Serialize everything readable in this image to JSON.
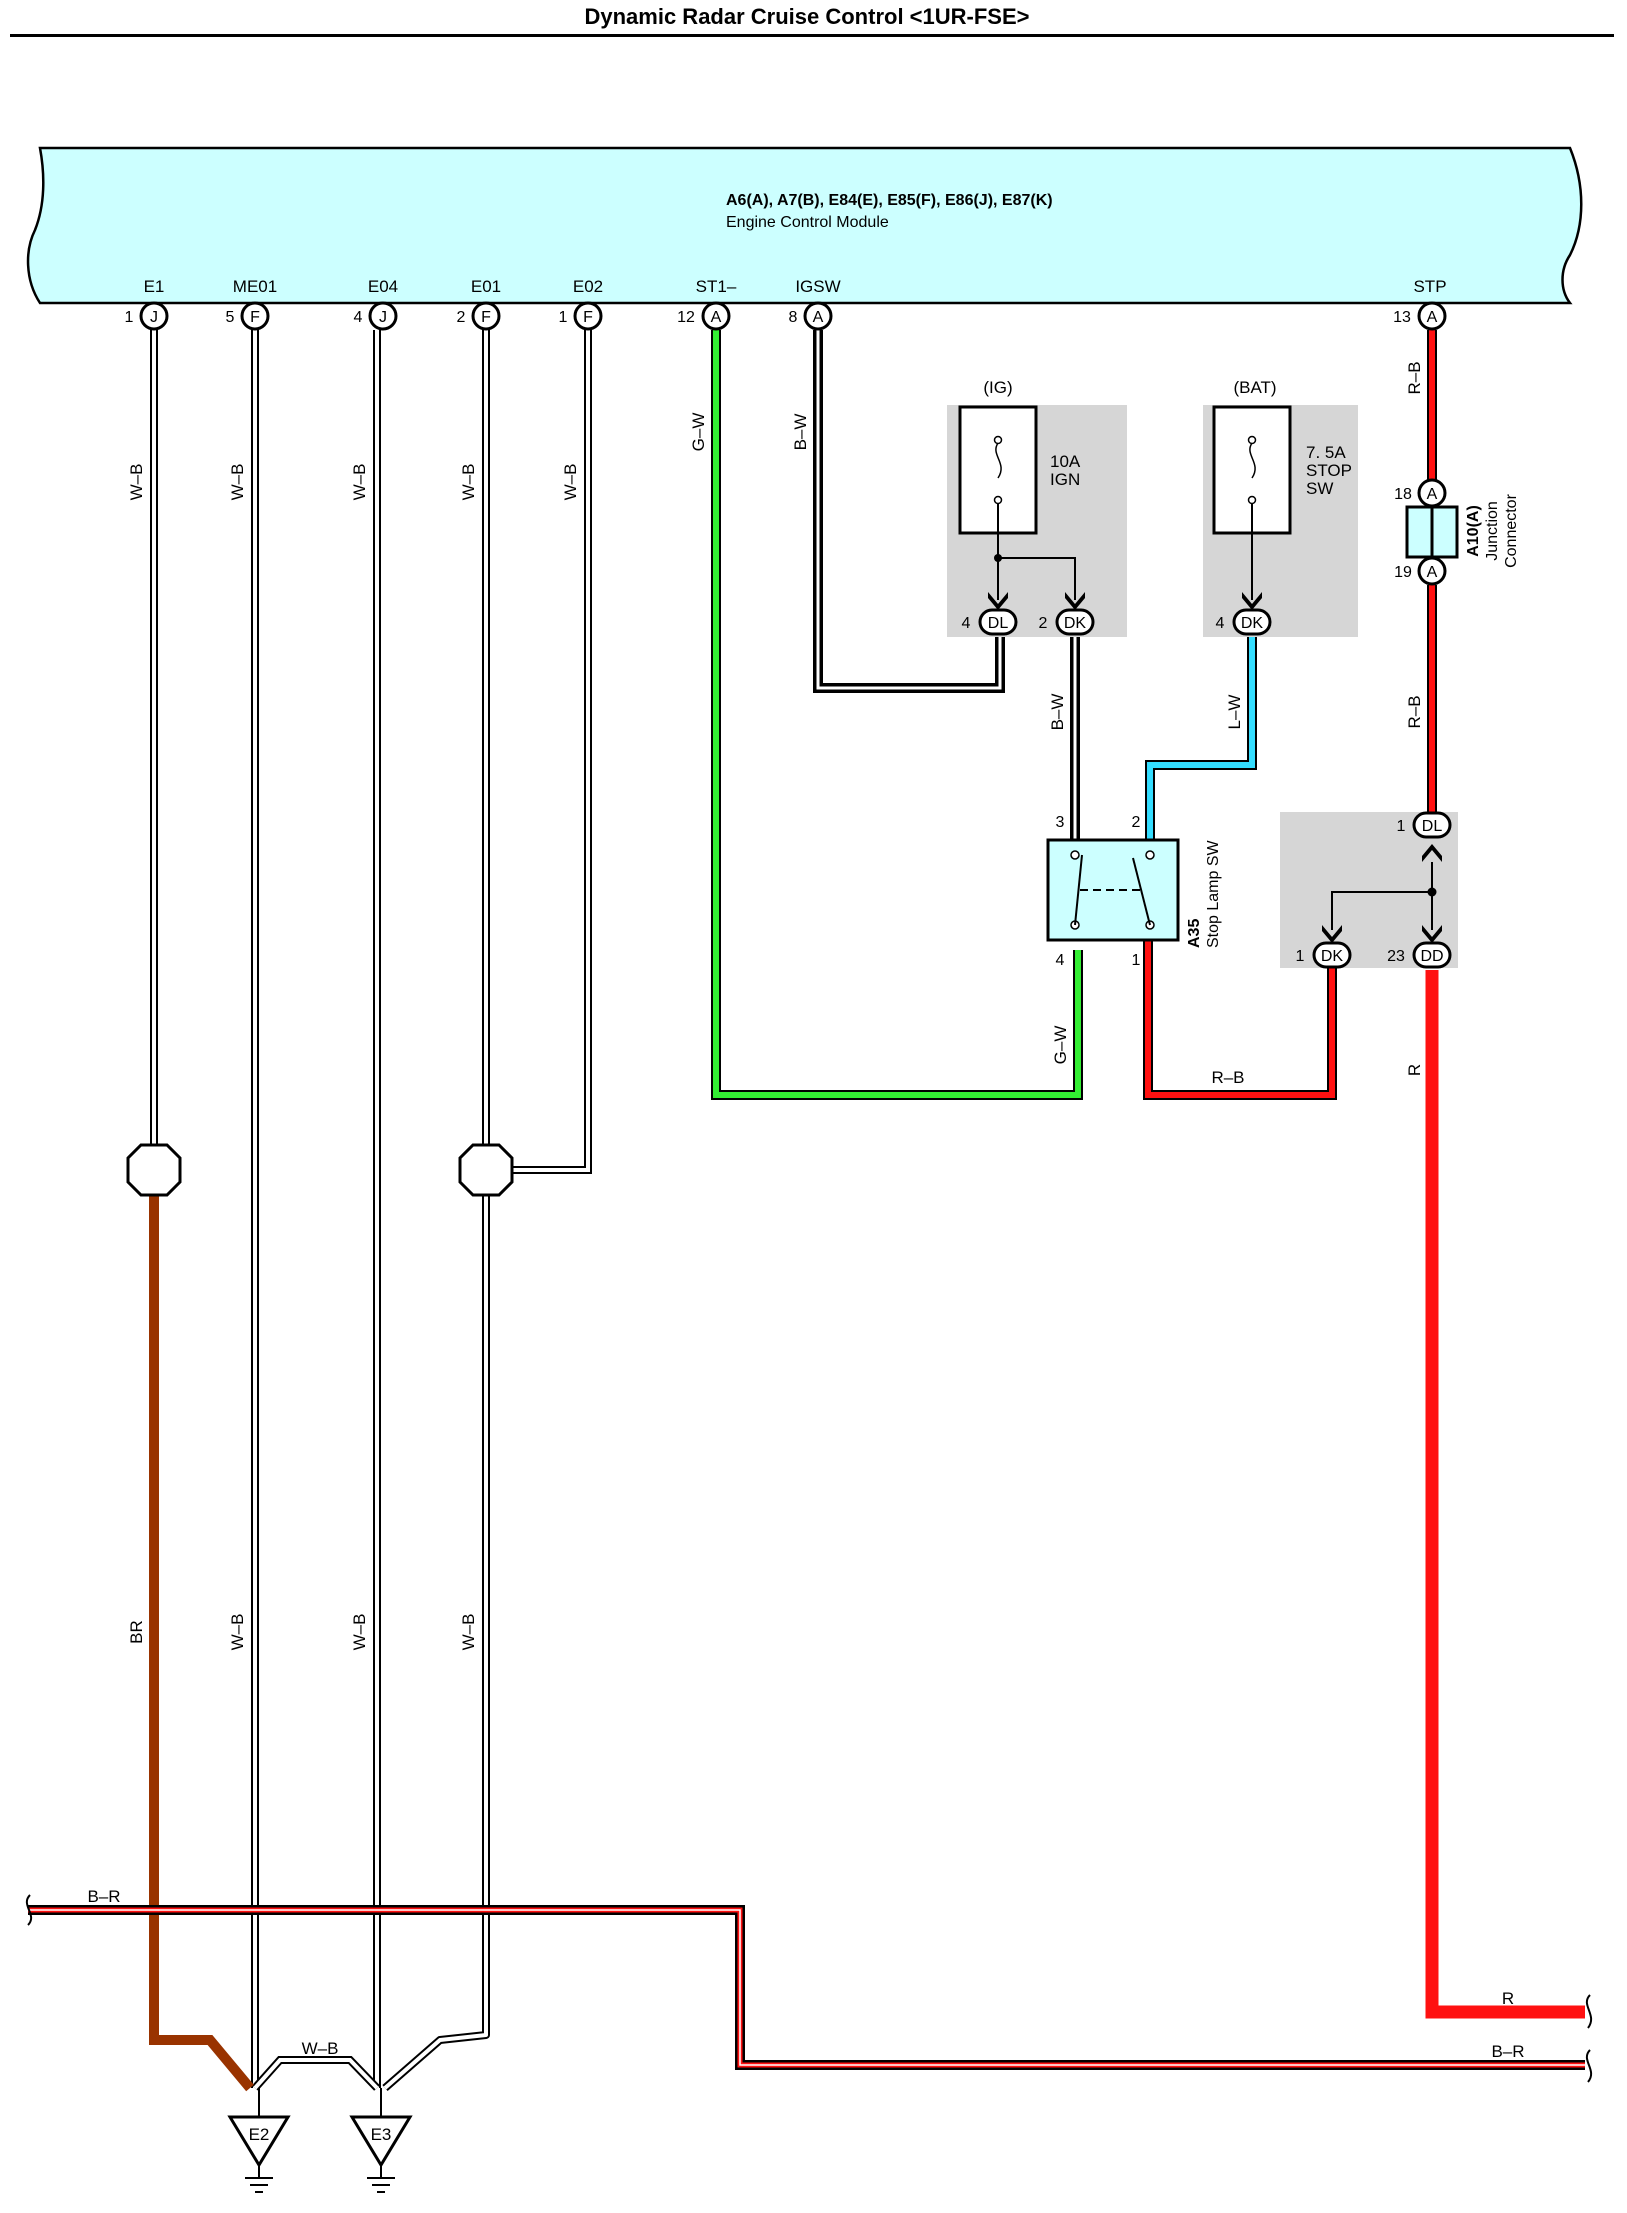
{
  "title": "Dynamic Radar Cruise Control <1UR-FSE>",
  "ecm": {
    "connectors": "A6(A), A7(B), E84(E), E85(F), E86(J), E87(K)",
    "name": "Engine Control Module",
    "fill": "#ccffff"
  },
  "terminals": [
    {
      "label": "E1",
      "pin": "1",
      "conn": "J"
    },
    {
      "label": "ME01",
      "pin": "5",
      "conn": "F"
    },
    {
      "label": "E04",
      "pin": "4",
      "conn": "J"
    },
    {
      "label": "E01",
      "pin": "2",
      "conn": "F"
    },
    {
      "label": "E02",
      "pin": "1",
      "conn": "F"
    },
    {
      "label": "ST1–",
      "pin": "12",
      "conn": "A"
    },
    {
      "label": "IGSW",
      "pin": "8",
      "conn": "A"
    },
    {
      "label": "STP",
      "pin": "13",
      "conn": "A"
    }
  ],
  "wire_labels": {
    "e1": "W–B",
    "me01": "W–B",
    "e04": "W–B",
    "e01": "W–B",
    "e02": "W–B",
    "st1": "G–W",
    "igsw": "B–W",
    "stp_upper": "R–B",
    "stp_mid": "R–B",
    "stp_lower": "R",
    "ign_out": "B–W",
    "stop_out": "L–W",
    "sw_bottom": "G–W",
    "sw_right": "R–B",
    "e1_lower": "BR",
    "me01_lower": "W–B",
    "e04_lower": "W–B",
    "e01_lower": "W–B",
    "ground_bridge": "W–B",
    "bus_left": "B–R",
    "bus_right": "B–R",
    "r_right": "R"
  },
  "fuses": {
    "ig": {
      "group": "(IG)",
      "rating": "10A",
      "name": "IGN",
      "pins": [
        {
          "pin": "4",
          "conn": "DL"
        },
        {
          "pin": "2",
          "conn": "DK"
        }
      ]
    },
    "bat": {
      "group": "(BAT)",
      "rating": "7. 5A",
      "name1": "STOP",
      "name2": "SW",
      "pins": [
        {
          "pin": "4",
          "conn": "DK"
        }
      ]
    }
  },
  "junction": {
    "id": "A10(A)",
    "name1": "Junction",
    "name2": "Connector",
    "pin_top": "18",
    "pin_bottom": "19",
    "conn": "A"
  },
  "stop_lamp_switch": {
    "id": "A35",
    "name": "Stop Lamp SW",
    "pins": {
      "p3": "3",
      "p2": "2",
      "p4": "4",
      "p1": "1"
    }
  },
  "joint": {
    "pins": [
      {
        "pin": "1",
        "conn": "DL"
      },
      {
        "pin": "1",
        "conn": "DK"
      },
      {
        "pin": "23",
        "conn": "DD"
      }
    ]
  },
  "grounds": [
    "E2",
    "E3"
  ],
  "colors": {
    "green": "#33ee33",
    "black": "#000000",
    "cyan": "#33ddff",
    "red": "#ff1111",
    "brown": "#993300",
    "gray_box": "#d6d6d6"
  }
}
